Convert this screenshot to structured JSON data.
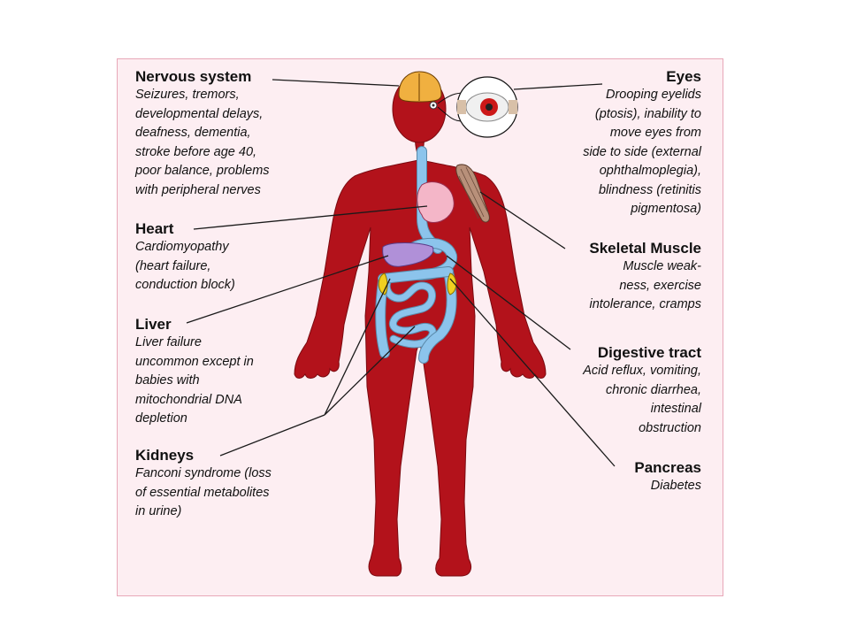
{
  "labels": {
    "nervous": {
      "title": "Nervous system",
      "lines": [
        "Seizures, tremors,",
        "developmental delays,",
        "deafness, dementia,",
        "stroke before age 40,",
        "poor balance, problems",
        "with peripheral nerves"
      ]
    },
    "heart": {
      "title": "Heart",
      "lines": [
        "Cardiomyopathy",
        "(heart failure,",
        "conduction block)"
      ]
    },
    "liver": {
      "title": "Liver",
      "lines": [
        "Liver failure",
        "uncommon except in",
        "babies with",
        "mitochondrial DNA",
        "depletion"
      ]
    },
    "kidneys": {
      "title": "Kidneys",
      "lines": [
        "Fanconi syndrome (loss",
        "of essential metabolites",
        "in urine)"
      ]
    },
    "eyes": {
      "title": "Eyes",
      "lines": [
        "Drooping eyelids",
        "(ptosis), inability to",
        "move eyes from",
        "side to side (external",
        "ophthalmoplegia),",
        "blindness (retinitis",
        "pigmentosa)"
      ]
    },
    "muscle": {
      "title": "Skeletal Muscle",
      "lines": [
        "Muscle weak-",
        "ness, exercise",
        "intolerance, cramps"
      ]
    },
    "digestive": {
      "title": "Digestive tract",
      "lines": [
        "Acid reflux, vomiting,",
        "chronic diarrhea,",
        "intestinal",
        "obstruction"
      ]
    },
    "pancreas": {
      "title": "Pancreas",
      "lines": [
        "Diabetes"
      ]
    }
  },
  "colors": {
    "panel_bg": "#fdeef2",
    "body": "#b3121b",
    "brain": "#f0b040",
    "heart": "#f4b6c8",
    "liver": "#b090d8",
    "gut": "#8cc4ec",
    "kidney": "#f0d020",
    "muscle": "#b8907a",
    "line": "#1a1a1a"
  }
}
